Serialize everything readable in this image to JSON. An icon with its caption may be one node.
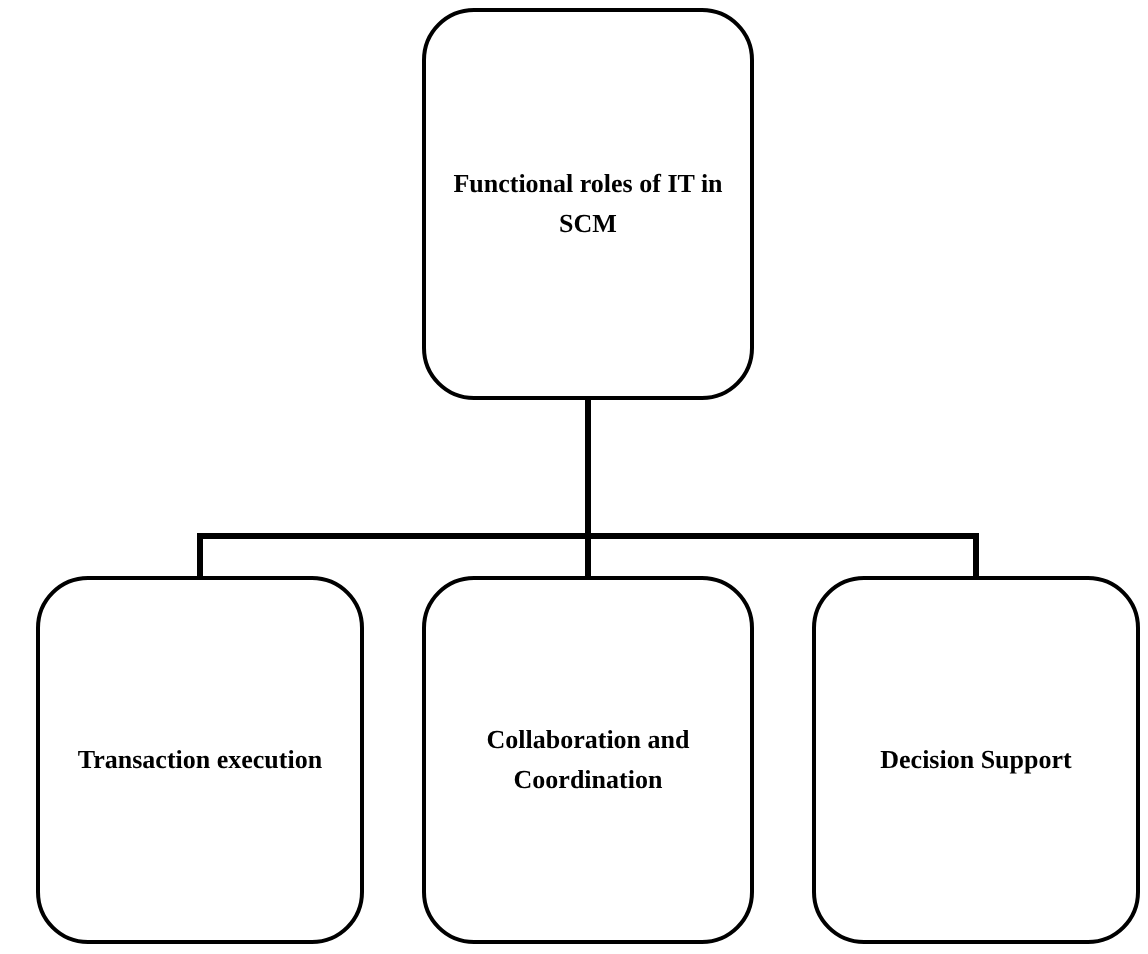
{
  "diagram": {
    "nodes": [
      {
        "text": [
          "Functional roles of IT in SCM"
        ]
      },
      {
        "text": [
          "Transaction execution"
        ]
      },
      {
        "text": [
          "Collaboration and Coordination"
        ]
      },
      {
        "text": [
          "Decision Support"
        ]
      }
    ],
    "edges": [
      {
        "from": 0,
        "to": 1,
        "arrow": "none"
      },
      {
        "from": 0,
        "to": 2,
        "arrow": "none"
      },
      {
        "from": 0,
        "to": 3,
        "arrow": "none"
      }
    ]
  }
}
